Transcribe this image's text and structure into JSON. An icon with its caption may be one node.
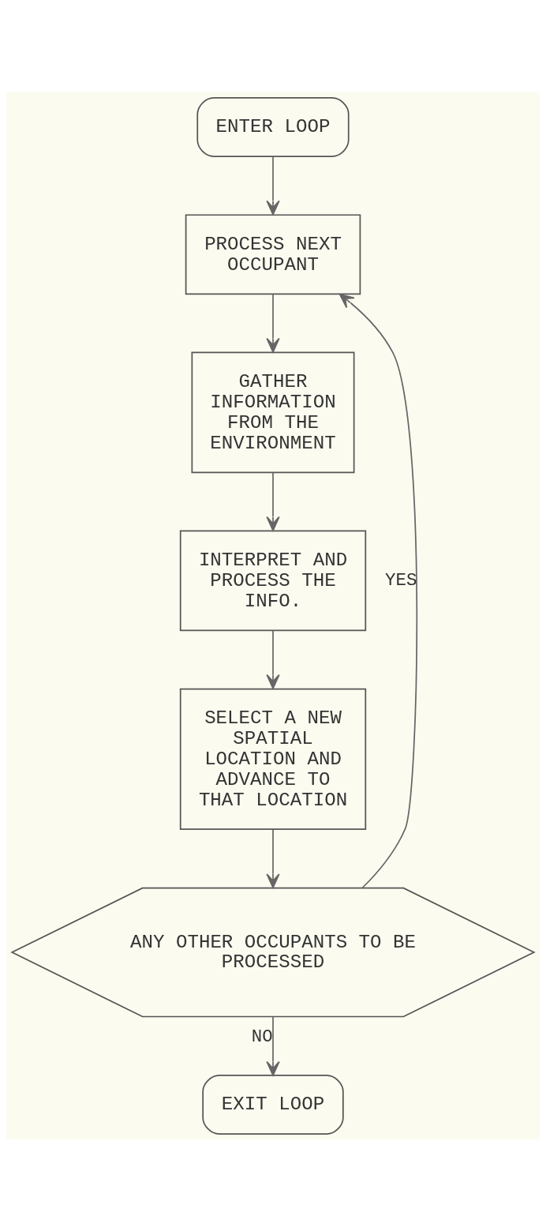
{
  "diagram": {
    "nodes": [
      {
        "text": [
          "ENTER LOOP"
        ]
      },
      {
        "text": [
          "PROCESS NEXT OCCUPANT"
        ]
      },
      {
        "text": [
          "GATHER INFORMATION FROM THE ENVIRONMENT"
        ]
      },
      {
        "text": [
          "INTERPRET AND PROCESS THE INFO."
        ]
      },
      {
        "text": [
          "SELECT A NEW SPATIAL LOCATION AND ADVANCE TO THAT LOCATION"
        ]
      },
      {
        "text": [
          "ANY OTHER OCCUPANTS TO BE PROCESSED"
        ]
      },
      {
        "text": [
          "EXIT LOOP"
        ]
      }
    ],
    "edges": [
      {
        "from": 0,
        "to": 1,
        "arrow": "to"
      },
      {
        "from": 1,
        "to": 2,
        "arrow": "to"
      },
      {
        "from": 2,
        "to": 3,
        "arrow": "to"
      },
      {
        "from": 3,
        "to": 4,
        "arrow": "to"
      },
      {
        "from": 4,
        "to": 5,
        "arrow": "to"
      },
      {
        "from": 5,
        "to": 1,
        "arrow": "to",
        "label": "YES"
      },
      {
        "from": 5,
        "to": 6,
        "arrow": "to",
        "label": "NO"
      }
    ]
  }
}
